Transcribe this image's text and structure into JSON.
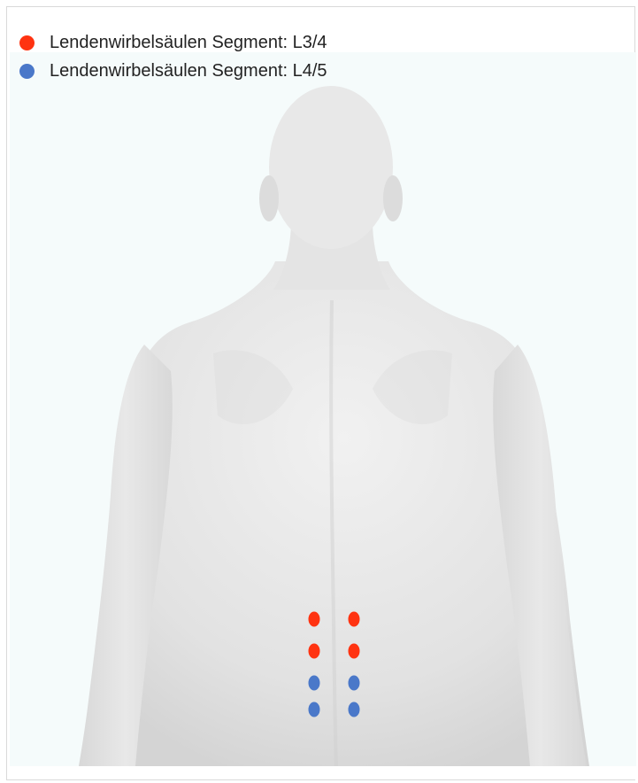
{
  "legend": {
    "items": [
      {
        "label": "Lendenwirbelsäulen Segment: L3/4",
        "color": "#ff3311"
      },
      {
        "label": "Lendenwirbelsäulen Segment: L4/5",
        "color": "#4a78c9"
      }
    ]
  },
  "figure": {
    "subject": "human back anatomy",
    "background": "#f5fbfb",
    "skin": "#e6e6e6"
  },
  "markers": {
    "rows": [
      {
        "segment": "L3/4",
        "count": 2
      },
      {
        "segment": "L3/4",
        "count": 2
      },
      {
        "segment": "L4/5",
        "count": 2
      },
      {
        "segment": "L4/5",
        "count": 2
      }
    ]
  }
}
